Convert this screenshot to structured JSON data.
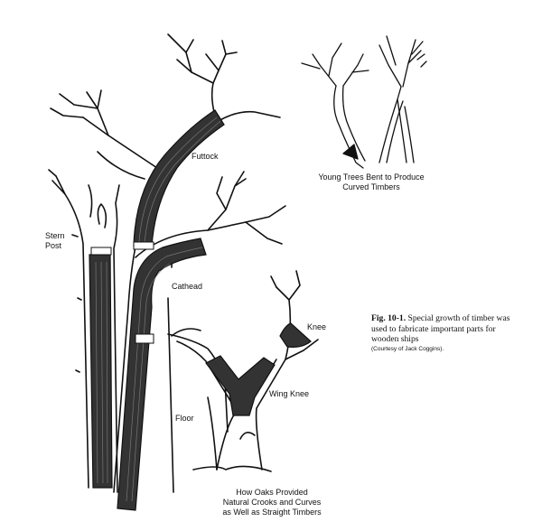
{
  "labels": {
    "futtock": "Futtock",
    "stern_post_line1": "Stern",
    "stern_post_line2": "Post",
    "cathead": "Cathead",
    "knee": "Knee",
    "wing_knee": "Wing Knee",
    "floor": "Floor"
  },
  "captions": {
    "young_trees_line1": "Young Trees Bent to Produce",
    "young_trees_line2": "Curved Timbers",
    "oaks_line1": "How Oaks Provided",
    "oaks_line2": "Natural Crooks and Curves",
    "oaks_line3": "as Well as Straight Timbers"
  },
  "figure": {
    "number": "Fig. 10-1.",
    "text": "Special growth of timber was used to fabricate important parts for wooden ships",
    "credit": "(Courtesy of Jack Coggins)."
  },
  "colors": {
    "ink": "#111111",
    "timber_fill": "#333333",
    "paper": "#ffffff"
  }
}
